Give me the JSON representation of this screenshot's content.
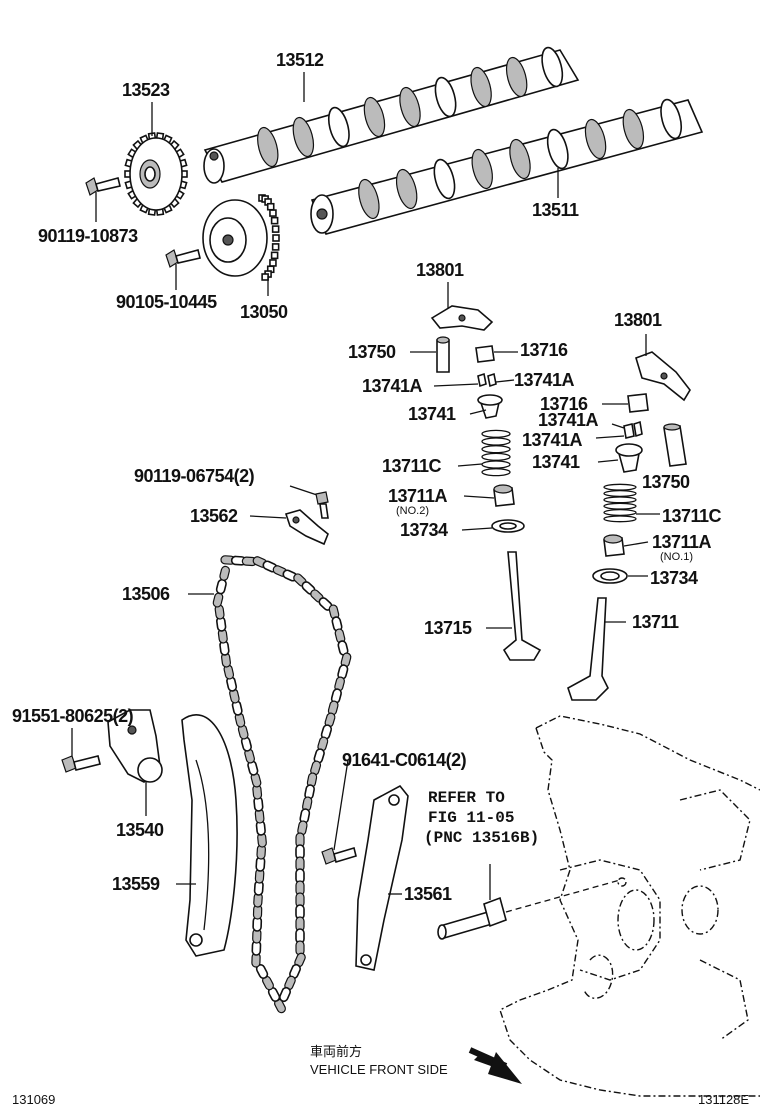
{
  "labels": {
    "p13512": "13512",
    "p13523": "13523",
    "p13511": "13511",
    "p90119_10873": "90119-10873",
    "p90105_10445": "90105-10445",
    "p13050": "13050",
    "p13801_a": "13801",
    "p13801_b": "13801",
    "p13750_a": "13750",
    "p13750_b": "13750",
    "p13716_a": "13716",
    "p13716_b": "13716",
    "p13741A_a": "13741A",
    "p13741A_b": "13741A",
    "p13741A_c": "13741A",
    "p13741A_d": "13741A",
    "p13741_a": "13741",
    "p13741_b": "13741",
    "p13711C_a": "13711C",
    "p13711C_b": "13711C",
    "p13711A_a": "13711A",
    "p13711A_a_note": "(NO.2)",
    "p13711A_b": "13711A",
    "p13711A_b_note": "(NO.1)",
    "p13734_a": "13734",
    "p13734_b": "13734",
    "p90119_06754": "90119-06754(2)",
    "p13562": "13562",
    "p13506": "13506",
    "p13715": "13715",
    "p13711": "13711",
    "p91551_80625": "91551-80625(2)",
    "p91641_C0614": "91641-C0614(2)",
    "p13540": "13540",
    "p13559": "13559",
    "p13561": "13561"
  },
  "refer_note": {
    "line1": "REFER TO",
    "line2": "FIG 11-05",
    "line3": "(PNC 13516B)"
  },
  "direction": {
    "japanese": "車両前方",
    "english": "VEHICLE FRONT SIDE"
  },
  "footer": {
    "left_code": "131069",
    "right_code": "131128E"
  }
}
